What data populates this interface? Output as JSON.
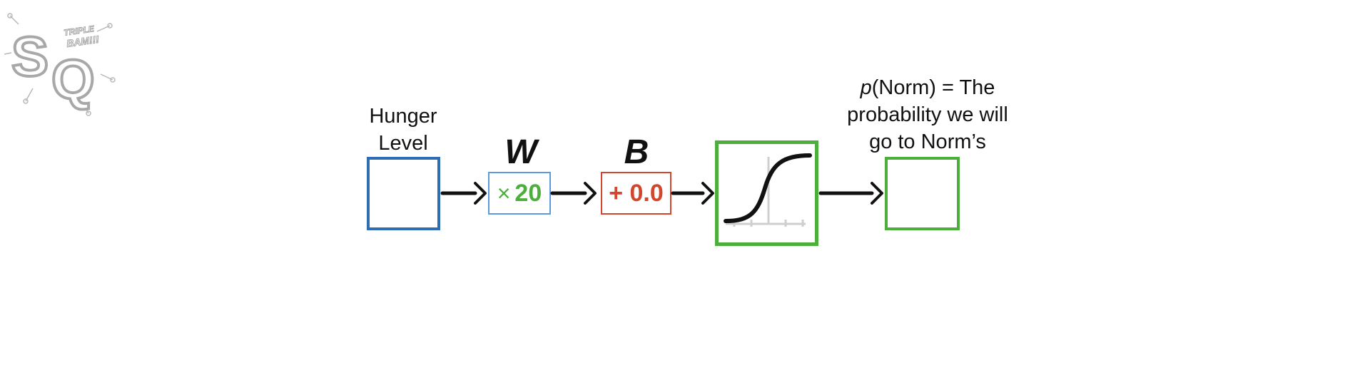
{
  "logo": {
    "letters": "SQ",
    "tagline": "TRIPLE BAM!!!"
  },
  "input": {
    "label_line1": "Hunger",
    "label_line2": "Level"
  },
  "weight": {
    "title": "W",
    "symbol": "×",
    "value": "20"
  },
  "bias": {
    "title": "B",
    "text": "+ 0.0"
  },
  "output": {
    "label_italic": "p",
    "label_rest": "(Norm) = The",
    "label_line2": "probability we will",
    "label_line3": "go to Norm’s"
  },
  "colors": {
    "input_border": "#2e6db4",
    "weight_border": "#5a9be0",
    "weight_text": "#4caf3b",
    "bias": "#d2462e",
    "green": "#4caf3b",
    "arrow": "#111111"
  },
  "icons": [
    "sigmoid-curve-icon",
    "arrow-right-icon",
    "statquest-logo-icon"
  ]
}
